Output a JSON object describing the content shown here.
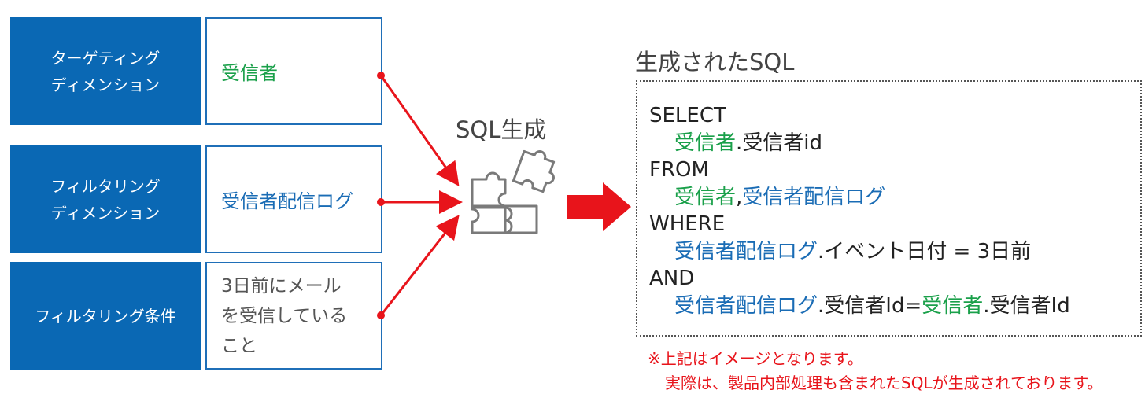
{
  "dimensions": [
    {
      "label_lines": [
        "ターゲティング",
        "ディメンション"
      ],
      "value": "受信者",
      "value_color": "green"
    },
    {
      "label_lines": [
        "フィルタリング",
        "ディメンション"
      ],
      "value": "受信者配信ログ",
      "value_color": "blue"
    },
    {
      "label_lines": [
        "フィルタリング条件"
      ],
      "value_lines": [
        "3日前にメール",
        "を受信している",
        "こと"
      ],
      "value_color": "gray"
    }
  ],
  "generation_label": "SQL生成",
  "sql_title": "生成されたSQL",
  "sql": {
    "select_kw": "SELECT",
    "select_table": "受信者",
    "select_rest": ".受信者id",
    "from_kw": "FROM",
    "from_t1": "受信者",
    "from_sep": ",",
    "from_t2": "受信者配信ログ",
    "where_kw": "WHERE",
    "where_table": "受信者配信ログ",
    "where_rest": ".イベント日付 = 3日前",
    "and_kw": "AND",
    "and_t1": "受信者配信ログ",
    "and_mid": ".受信者Id=",
    "and_t2": "受信者",
    "and_rest": ".受信者Id"
  },
  "notes": {
    "line1": "※上記はイメージとなります。",
    "line2": "実際は、製品内部処理も含まれたSQLが生成されております。"
  },
  "colors": {
    "box_blue": "#0a68b4",
    "box_border": "#1f6fb8",
    "green_text": "#1aa04a",
    "blue_text": "#1a6cb5",
    "arrow_red": "#e8141b",
    "puzzle_gray": "#7a7a7a"
  },
  "icons": [
    "puzzle-icon",
    "arrow-right-icon"
  ]
}
